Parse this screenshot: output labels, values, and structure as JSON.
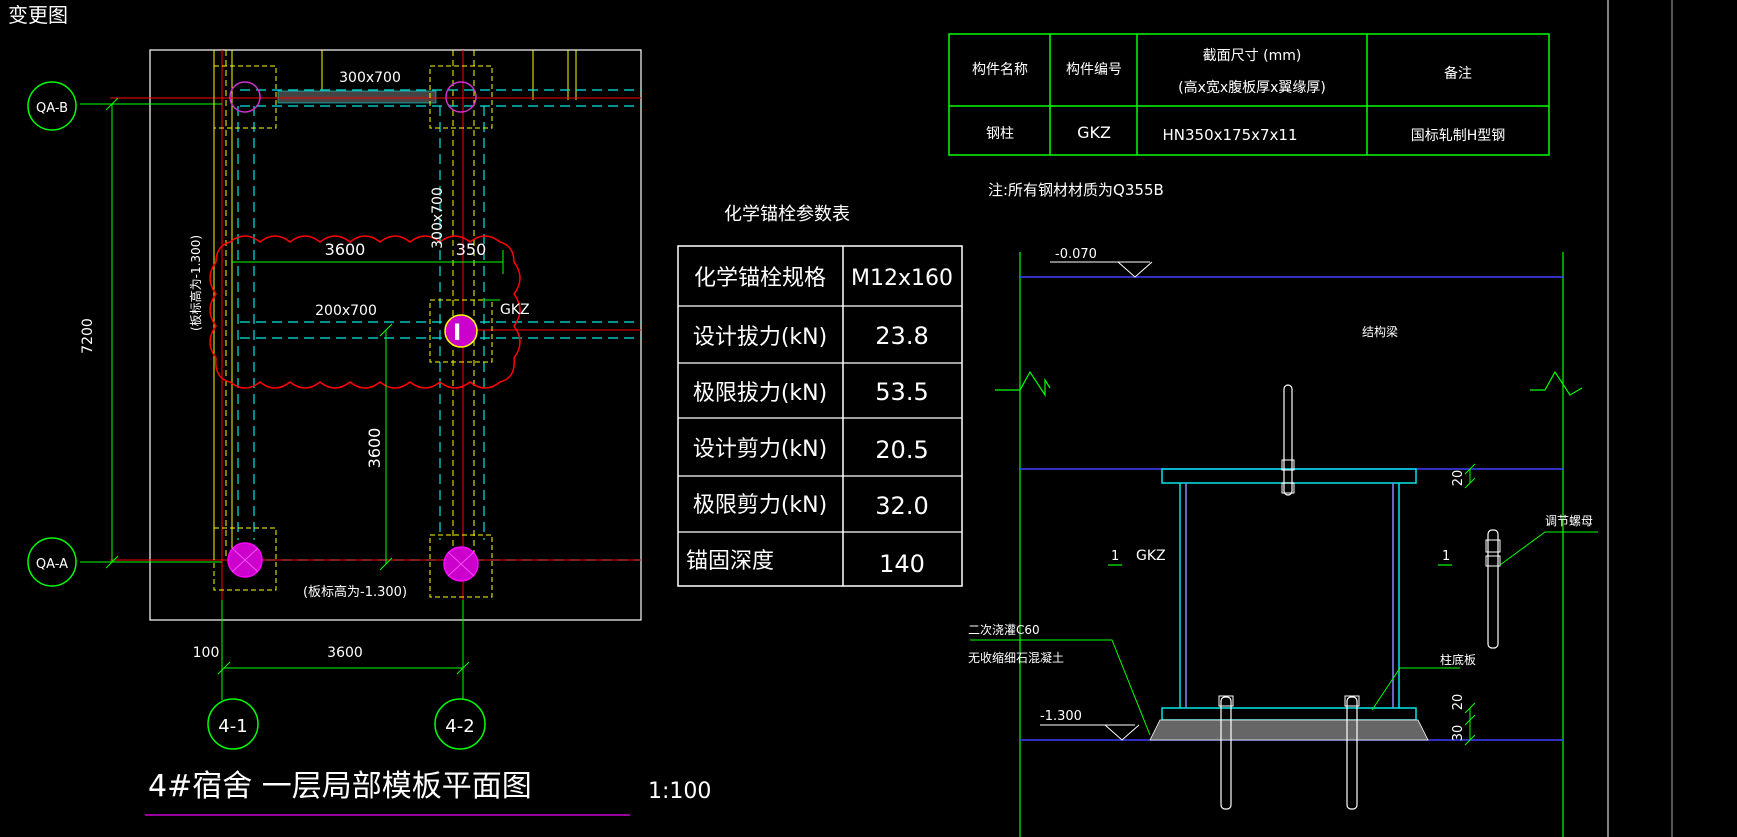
{
  "colors": {
    "background": "#000000",
    "white": "#ffffff",
    "green": "#00ff00",
    "cyan": "#00e5e5",
    "yellow": "#ffff00",
    "red": "#ff0000",
    "magenta": "#ff00ff",
    "blue": "#4040ff",
    "purple": "#cc33cc"
  },
  "corner_label": "变更图",
  "plan": {
    "grid_labels": {
      "qa_b": "QA-B",
      "qa_a": "QA-A",
      "axis_4_1": "4-1",
      "axis_4_2": "4-2"
    },
    "dims": {
      "beam_top": "300x700",
      "beam_vertical": "300x700",
      "beam_middle": "200x700",
      "span_3600_top": "3600",
      "span_350": "350",
      "span_3600_vertical": "3600",
      "overall_7200": "7200",
      "offset_100": "100",
      "span_3600_bottom": "3600"
    },
    "notes": {
      "slab_left": "(板标高为-1.300)",
      "slab_bottom": "(板标高为-1.300)"
    },
    "column_tag": "GKZ",
    "title": "4#宿舍 一层局部模板平面图",
    "scale": "1:100"
  },
  "anchor_table": {
    "title": "化学锚栓参数表",
    "rows": [
      {
        "label": "化学锚栓规格",
        "value": "M12x160"
      },
      {
        "label": "设计拔力(kN)",
        "value": "23.8"
      },
      {
        "label": "极限拔力(kN)",
        "value": "53.5"
      },
      {
        "label": "设计剪力(kN)",
        "value": "20.5"
      },
      {
        "label": "极限剪力(kN)",
        "value": "32.0"
      },
      {
        "label": "锚固深度",
        "value": "140"
      }
    ]
  },
  "member_table": {
    "headers": [
      "构件名称",
      "构件编号",
      "截面尺寸 (mm)",
      "备注"
    ],
    "header_sub": "(高x宽x腹板厚x翼缘厚)",
    "row": [
      "钢柱",
      "GKZ",
      "HN350x175x7x11",
      "国标轧制H型钢"
    ],
    "note": "注:所有钢材材质为Q355B"
  },
  "section": {
    "elev_top": "-0.070",
    "elev_bottom": "-1.300",
    "beam_label": "结构梁",
    "column_label": "GKZ",
    "cut_mark_left": "1",
    "cut_mark_right": "1",
    "dim_plate_top": "20",
    "dim_plate_bottom": "20",
    "dim_grout": "30",
    "leader_bolt": "调节螺母",
    "leader_plate": "柱底板",
    "grout_line1": "二次浇灌C60",
    "grout_line2": "无收缩细石混凝土"
  }
}
